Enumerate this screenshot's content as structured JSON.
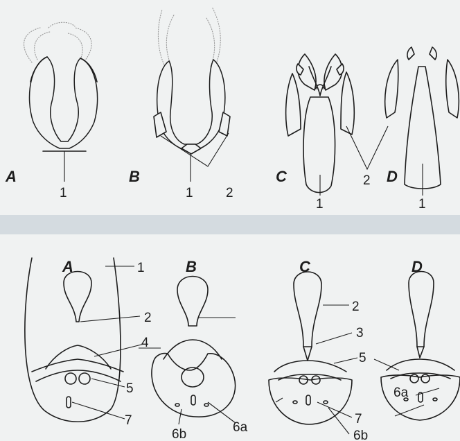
{
  "top_row": {
    "panels": [
      "A",
      "B",
      "C",
      "D"
    ],
    "labels": {
      "one": "1",
      "two": "2"
    }
  },
  "bottom_row": {
    "panels": [
      "A",
      "B",
      "C",
      "D"
    ],
    "labels": {
      "one": "1",
      "two": "2",
      "three": "3",
      "four": "4",
      "five": "5",
      "six_a": "6a",
      "six_b": "6b",
      "seven": "7"
    }
  },
  "colors": {
    "ink": "#1d1d1d",
    "paper": "#f0f2f2",
    "background": "#d4dbe0"
  }
}
